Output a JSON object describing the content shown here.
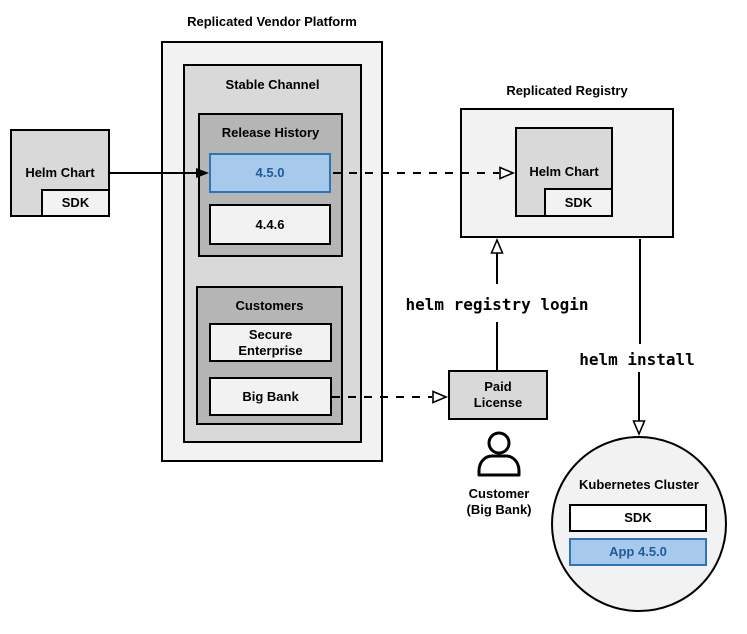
{
  "vendor_platform": {
    "title": "Replicated Vendor Platform"
  },
  "stable_channel": {
    "title": "Stable Channel"
  },
  "release_history": {
    "title": "Release History",
    "releases": [
      {
        "version": "4.5.0",
        "highlighted": true
      },
      {
        "version": "4.4.6",
        "highlighted": false
      }
    ]
  },
  "customers": {
    "title": "Customers",
    "secure_enterprise": {
      "line1": "Secure",
      "line2": "Enterprise"
    },
    "big_bank": "Big Bank"
  },
  "helm_chart_source": {
    "label": "Helm Chart",
    "sdk": "SDK"
  },
  "registry": {
    "title": "Replicated Registry",
    "helm_chart": "Helm Chart",
    "sdk": "SDK"
  },
  "paid_license": {
    "line1": "Paid",
    "line2": "License"
  },
  "customer": {
    "line1": "Customer",
    "line2": "(Big Bank)"
  },
  "kubernetes_cluster": {
    "title": "Kubernetes Cluster",
    "sdk": "SDK",
    "app": "App 4.5.0"
  },
  "commands": {
    "registry_login": "helm registry login",
    "install": "helm install"
  },
  "icons": {
    "person": "person-icon"
  },
  "colors": {
    "highlight_fill": "#A7C9EC",
    "highlight_border": "#2E75B6",
    "highlight_text": "#1F5B99",
    "gray_lightest": "#F2F2F2",
    "gray_light": "#D9D9D9",
    "gray_mid": "#B5B5B5",
    "line": "#000000"
  }
}
